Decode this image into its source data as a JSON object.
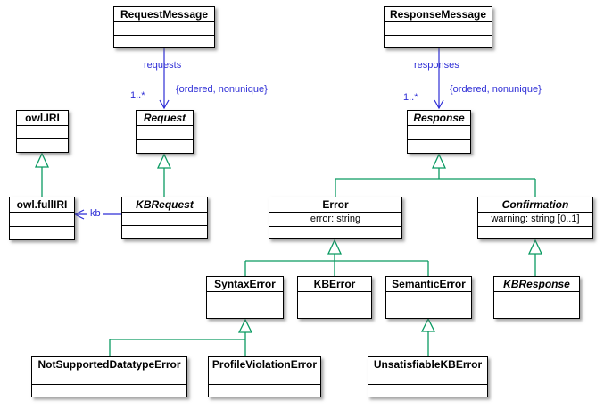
{
  "diagram": {
    "classes": {
      "request_message": {
        "name": "RequestMessage"
      },
      "response_message": {
        "name": "ResponseMessage"
      },
      "owl_iri": {
        "name": "owl.IRI"
      },
      "request": {
        "name": "Request"
      },
      "response": {
        "name": "Response"
      },
      "owl_full_iri": {
        "name": "owl.fullIRI"
      },
      "kb_request": {
        "name": "KBRequest"
      },
      "error": {
        "name": "Error",
        "attribute": "error: string"
      },
      "confirmation": {
        "name": "Confirmation",
        "attribute": "warning: string [0..1]"
      },
      "syntax_error": {
        "name": "SyntaxError"
      },
      "kb_error": {
        "name": "KBError"
      },
      "semantic_error": {
        "name": "SemanticError"
      },
      "kb_response": {
        "name": "KBResponse"
      },
      "not_supported_datatype_error": {
        "name": "NotSupportedDatatypeError"
      },
      "profile_violation_error": {
        "name": "ProfileViolationError"
      },
      "unsatisfiable_kb_error": {
        "name": "UnsatisfiableKBError"
      }
    },
    "associations": {
      "requests": {
        "label": "requests",
        "multiplicity": "1..*",
        "constraint": "{ordered, nonunique}"
      },
      "responses": {
        "label": "responses",
        "multiplicity": "1..*",
        "constraint": "{ordered, nonunique}"
      },
      "kb": {
        "label": "kb"
      }
    },
    "colors": {
      "association": "#2e2ed6",
      "generalization": "#0a9a62",
      "class_border": "#000000",
      "class_fill": "#ffffff"
    }
  }
}
